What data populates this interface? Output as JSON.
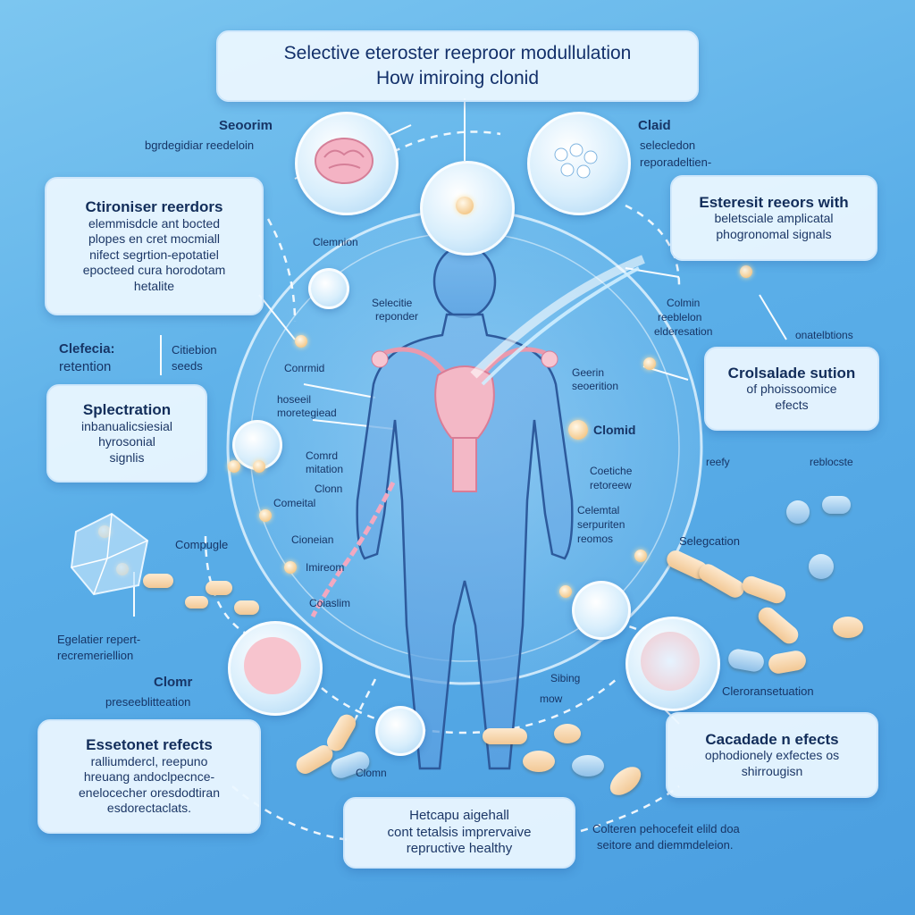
{
  "title": {
    "line1": "Selective eteroster reeproor modullulation",
    "line2": "How imiroing clonid"
  },
  "top_labels": {
    "left_head": "Seoorim",
    "left_sub": "bgrdegidiar reedeloin",
    "right_head": "Claid",
    "right_sub1": "selecledon",
    "right_sub2": "reporadeltien-"
  },
  "cards": {
    "receptors": {
      "head": "Ctironiser reerdors",
      "lines": [
        "elemmisdcle ant bocted",
        "plopes en cret mocmiall",
        "nifect segrtion-epotatiel",
        "epocteed cura horodotam",
        "hetalite"
      ]
    },
    "estrogen": {
      "head": "Esteresit reeors with",
      "lines": [
        "beletsciale amplicatal",
        "phogronomal signals"
      ]
    },
    "splectration": {
      "head": "Splectration",
      "lines": [
        "inbanualicsiesial",
        "hyrosonial",
        "signlis"
      ]
    },
    "cascade_right": {
      "head": "Crolsalade sution",
      "lines": [
        "of phoissoomice",
        "efects"
      ]
    },
    "essetonet": {
      "head": "Essetonet refects",
      "lines": [
        "ralliumdercl, reepuno",
        "hreuang andoclpecnce-",
        "enelocecher oresdodtiran",
        "esdorectaclats."
      ]
    },
    "cascade_bottom": {
      "head": "Cacadade n efects",
      "lines": [
        "ophodionely exfectes os",
        "shirrougisn"
      ]
    },
    "health": {
      "head": "Hetcapu aigehall",
      "lines": [
        "cont tetalsis imprervaive",
        "repructive healthy"
      ]
    }
  },
  "labels": {
    "clomin_top": "Clemnion",
    "clefecia": "Clefecia:",
    "retention": "retention",
    "citiebion": "Citiebion",
    "seeds": "seeds",
    "selective": "Selecitie",
    "reponder": "reponder",
    "conrmid": "Conrmid",
    "hosseil": "hoseeil",
    "mormeteioad": "moretegiead",
    "comrd": "Comrd",
    "mitation": "mitation",
    "clomn_a": "Clonn",
    "comeital": "Comeital",
    "ciorenm": "Cioneian",
    "imireom": "Imireom",
    "coiaslim": "Coiaslim",
    "compugle": "Compugle",
    "egelatier": "Egelatier repert-",
    "recremeriellion": "recremeriellion",
    "clomr": "Clomr",
    "preseebliteation": "preseeblitteation",
    "clomn_bottom": "Clomn",
    "colmin": "Colmin",
    "reeblelon": "reeblelon",
    "erdereseation": "elderesation",
    "onatelbtions": "onatelbtions",
    "geemn": "Geerin",
    "seoerition": "seoerition",
    "clomid": "Clomid",
    "coetiche": "Coetiche",
    "retoreew": "retoreew",
    "celemtal": "Celemtal",
    "serpuriten": "serpuriten",
    "reomos": "reomos",
    "reefy": "reefy",
    "reblocste": "reblocste",
    "selegcation": "Selegcation",
    "cleroranssation": "Cleroransetuation",
    "sibing": "Sibing",
    "mow": "mow",
    "bottom_right_1": "Colteren pehocefeit elild doa",
    "bottom_right_2": "seitore and diemmdeleion."
  },
  "colors": {
    "background": "#5aaee8",
    "card_bg": "#ebf6ff",
    "text_dark": "#16305c",
    "accent_pink": "#f3b8c6",
    "accent_pill": "#f2c895"
  }
}
